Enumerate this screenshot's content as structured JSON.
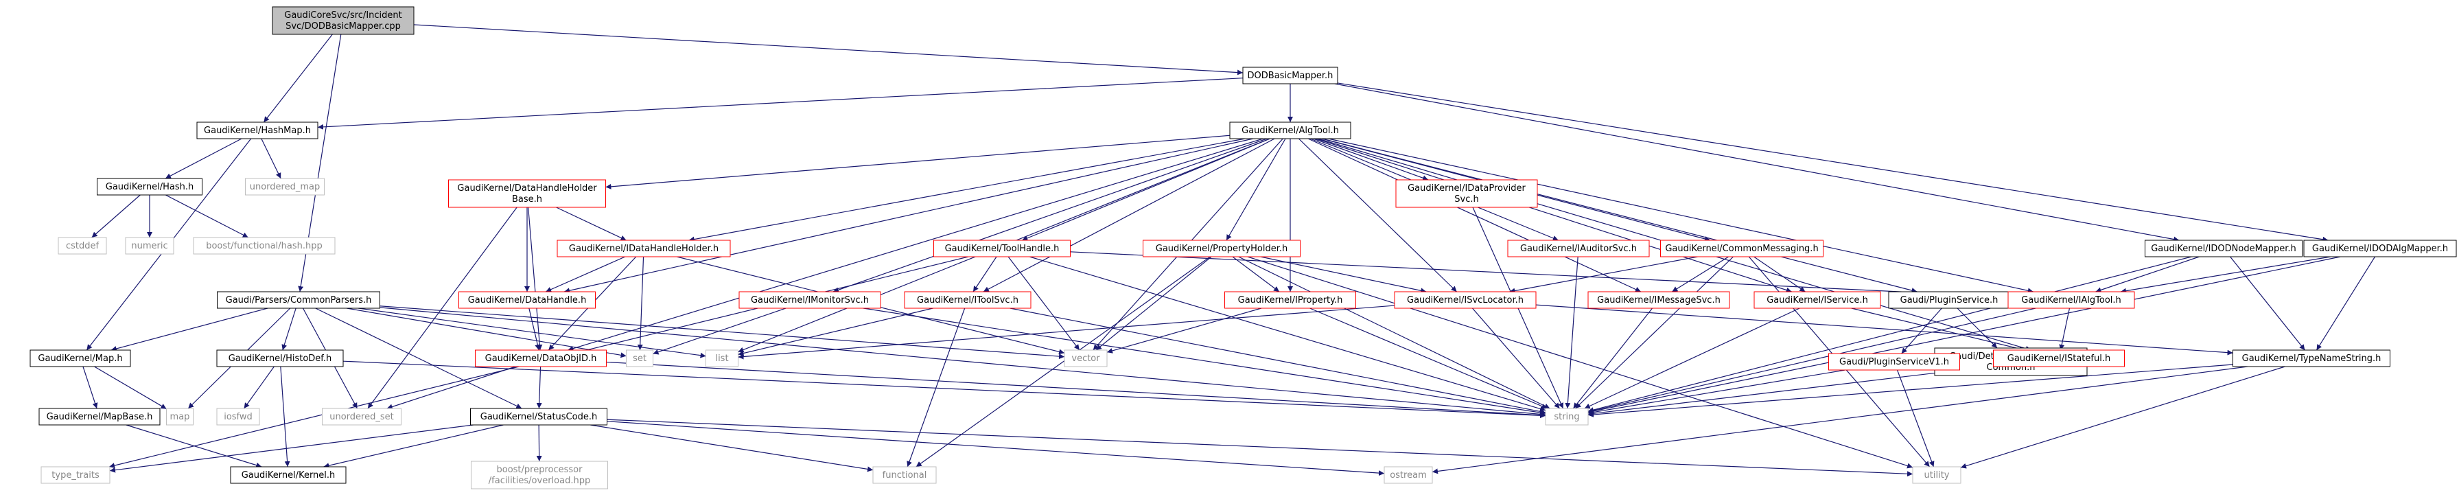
{
  "graph": {
    "nodes": [
      {
        "id": "root",
        "lines": [
          "GaudiCoreSvc/src/Incident",
          "Svc/DODBasicMapper.cpp"
        ],
        "style": "root"
      },
      {
        "id": "dodbm",
        "lines": [
          "DODBasicMapper.h"
        ],
        "style": "normal"
      },
      {
        "id": "hashmap",
        "lines": [
          "GaudiKernel/HashMap.h"
        ],
        "style": "normal"
      },
      {
        "id": "algtool",
        "lines": [
          "GaudiKernel/AlgTool.h"
        ],
        "style": "normal"
      },
      {
        "id": "hash",
        "lines": [
          "GaudiKernel/Hash.h"
        ],
        "style": "normal"
      },
      {
        "id": "unordered_map",
        "lines": [
          "unordered_map"
        ],
        "style": "gray"
      },
      {
        "id": "cstddef",
        "lines": [
          "cstddef"
        ],
        "style": "gray"
      },
      {
        "id": "numeric",
        "lines": [
          "numeric"
        ],
        "style": "gray"
      },
      {
        "id": "bfhash",
        "lines": [
          "boost/functional/hash.hpp"
        ],
        "style": "gray"
      },
      {
        "id": "dhhb",
        "lines": [
          "GaudiKernel/DataHandleHolder",
          "Base.h"
        ],
        "style": "red"
      },
      {
        "id": "idhh",
        "lines": [
          "GaudiKernel/IDataHandleHolder.h"
        ],
        "style": "red"
      },
      {
        "id": "idataprov",
        "lines": [
          "GaudiKernel/IDataProvider",
          "Svc.h"
        ],
        "style": "red"
      },
      {
        "id": "iauditor",
        "lines": [
          "GaudiKernel/IAuditorSvc.h"
        ],
        "style": "red"
      },
      {
        "id": "commonmsg",
        "lines": [
          "GaudiKernel/CommonMessaging.h"
        ],
        "style": "red"
      },
      {
        "id": "tooltandle",
        "lines": [
          "GaudiKernel/ToolHandle.h"
        ],
        "style": "red"
      },
      {
        "id": "propholder",
        "lines": [
          "GaudiKernel/PropertyHolder.h"
        ],
        "style": "red"
      },
      {
        "id": "idodnode",
        "lines": [
          "GaudiKernel/IDODNodeMapper.h"
        ],
        "style": "normal"
      },
      {
        "id": "idodalg",
        "lines": [
          "GaudiKernel/IDODAlgMapper.h"
        ],
        "style": "normal"
      },
      {
        "id": "commonparsers",
        "lines": [
          "Gaudi/Parsers/CommonParsers.h"
        ],
        "style": "normal"
      },
      {
        "id": "datahandle",
        "lines": [
          "GaudiKernel/DataHandle.h"
        ],
        "style": "red"
      },
      {
        "id": "imonitor",
        "lines": [
          "GaudiKernel/IMonitorSvc.h"
        ],
        "style": "red"
      },
      {
        "id": "itoolsvc",
        "lines": [
          "GaudiKernel/IToolSvc.h"
        ],
        "style": "red"
      },
      {
        "id": "iproperty",
        "lines": [
          "GaudiKernel/IProperty.h"
        ],
        "style": "red"
      },
      {
        "id": "isvclocator",
        "lines": [
          "GaudiKernel/ISvcLocator.h"
        ],
        "style": "red"
      },
      {
        "id": "imessagesvc",
        "lines": [
          "GaudiKernel/IMessageSvc.h"
        ],
        "style": "red"
      },
      {
        "id": "iservice",
        "lines": [
          "GaudiKernel/IService.h"
        ],
        "style": "red"
      },
      {
        "id": "pluginservice",
        "lines": [
          "Gaudi/PluginService.h"
        ],
        "style": "normal"
      },
      {
        "id": "ialgtool",
        "lines": [
          "GaudiKernel/IAlgTool.h"
        ],
        "style": "red"
      },
      {
        "id": "map_h",
        "lines": [
          "GaudiKernel/Map.h"
        ],
        "style": "normal"
      },
      {
        "id": "histodef",
        "lines": [
          "GaudiKernel/HistoDef.h"
        ],
        "style": "normal"
      },
      {
        "id": "set",
        "lines": [
          "set"
        ],
        "style": "gray"
      },
      {
        "id": "list",
        "lines": [
          "list"
        ],
        "style": "gray"
      },
      {
        "id": "vector",
        "lines": [
          "vector"
        ],
        "style": "gray"
      },
      {
        "id": "dataobjid",
        "lines": [
          "GaudiKernel/DataObjID.h"
        ],
        "style": "red"
      },
      {
        "id": "pscommon",
        "lines": [
          "Gaudi/Details/PluginService",
          "Common.h"
        ],
        "style": "normal"
      },
      {
        "id": "psv1",
        "lines": [
          "Gaudi/PluginServiceV1.h"
        ],
        "style": "red"
      },
      {
        "id": "istateful",
        "lines": [
          "GaudiKernel/IStateful.h"
        ],
        "style": "red"
      },
      {
        "id": "typename",
        "lines": [
          "GaudiKernel/TypeNameString.h"
        ],
        "style": "normal"
      },
      {
        "id": "mapbase",
        "lines": [
          "GaudiKernel/MapBase.h"
        ],
        "style": "normal"
      },
      {
        "id": "map",
        "lines": [
          "map"
        ],
        "style": "gray"
      },
      {
        "id": "iosfwd",
        "lines": [
          "iosfwd"
        ],
        "style": "gray"
      },
      {
        "id": "unordered_set",
        "lines": [
          "unordered_set"
        ],
        "style": "gray"
      },
      {
        "id": "statuscode",
        "lines": [
          "GaudiKernel/StatusCode.h"
        ],
        "style": "normal"
      },
      {
        "id": "string",
        "lines": [
          "string"
        ],
        "style": "gray"
      },
      {
        "id": "type_traits",
        "lines": [
          "type_traits"
        ],
        "style": "gray"
      },
      {
        "id": "kernel",
        "lines": [
          "GaudiKernel/Kernel.h"
        ],
        "style": "normal"
      },
      {
        "id": "bpp",
        "lines": [
          "boost/preprocessor",
          "/facilities/overload.hpp"
        ],
        "style": "gray"
      },
      {
        "id": "functional",
        "lines": [
          "functional"
        ],
        "style": "gray"
      },
      {
        "id": "ostream",
        "lines": [
          "ostream"
        ],
        "style": "gray"
      },
      {
        "id": "utility",
        "lines": [
          "utility"
        ],
        "style": "gray"
      }
    ],
    "edges": [
      [
        "root",
        "hashmap"
      ],
      [
        "root",
        "dodbm"
      ],
      [
        "root",
        "commonparsers"
      ],
      [
        "dodbm",
        "hashmap"
      ],
      [
        "dodbm",
        "algtool"
      ],
      [
        "dodbm",
        "idodnode"
      ],
      [
        "dodbm",
        "idodalg"
      ],
      [
        "hashmap",
        "hash"
      ],
      [
        "hashmap",
        "unordered_map"
      ],
      [
        "hashmap",
        "map_h"
      ],
      [
        "hash",
        "cstddef"
      ],
      [
        "hash",
        "numeric"
      ],
      [
        "hash",
        "bfhash"
      ],
      [
        "algtool",
        "dhhb"
      ],
      [
        "algtool",
        "idhh"
      ],
      [
        "algtool",
        "datahandle"
      ],
      [
        "algtool",
        "idataprov"
      ],
      [
        "algtool",
        "iauditor"
      ],
      [
        "algtool",
        "commonmsg"
      ],
      [
        "algtool",
        "tooltandle"
      ],
      [
        "algtool",
        "propholder"
      ],
      [
        "algtool",
        "imonitor"
      ],
      [
        "algtool",
        "itoolsvc"
      ],
      [
        "algtool",
        "iproperty"
      ],
      [
        "algtool",
        "isvclocator"
      ],
      [
        "algtool",
        "imessagesvc"
      ],
      [
        "algtool",
        "iservice"
      ],
      [
        "algtool",
        "pluginservice"
      ],
      [
        "algtool",
        "ialgtool"
      ],
      [
        "algtool",
        "list"
      ],
      [
        "algtool",
        "vector"
      ],
      [
        "algtool",
        "dataobjid"
      ],
      [
        "algtool",
        "istateful"
      ],
      [
        "dhhb",
        "idhh"
      ],
      [
        "dhhb",
        "datahandle"
      ],
      [
        "dhhb",
        "dataobjid"
      ],
      [
        "dhhb",
        "unordered_set"
      ],
      [
        "idhh",
        "datahandle"
      ],
      [
        "idhh",
        "dataobjid"
      ],
      [
        "idhh",
        "set"
      ],
      [
        "idhh",
        "vector"
      ],
      [
        "datahandle",
        "dataobjid"
      ],
      [
        "idataprov",
        "string"
      ],
      [
        "iauditor",
        "string"
      ],
      [
        "commonmsg",
        "isvclocator"
      ],
      [
        "commonmsg",
        "imessagesvc"
      ],
      [
        "commonmsg",
        "iservice"
      ],
      [
        "commonmsg",
        "string"
      ],
      [
        "commonmsg",
        "utility"
      ],
      [
        "tooltandle",
        "itoolsvc"
      ],
      [
        "tooltandle",
        "ialgtool"
      ],
      [
        "tooltandle",
        "vector"
      ],
      [
        "tooltandle",
        "string"
      ],
      [
        "tooltandle",
        "type_traits"
      ],
      [
        "propholder",
        "iproperty"
      ],
      [
        "propholder",
        "isvclocator"
      ],
      [
        "propholder",
        "vector"
      ],
      [
        "propholder",
        "string"
      ],
      [
        "propholder",
        "functional"
      ],
      [
        "propholder",
        "utility"
      ],
      [
        "idodnode",
        "ialgtool"
      ],
      [
        "idodnode",
        "typename"
      ],
      [
        "idodnode",
        "string"
      ],
      [
        "idodalg",
        "ialgtool"
      ],
      [
        "idodalg",
        "typename"
      ],
      [
        "idodalg",
        "string"
      ],
      [
        "commonparsers",
        "map_h"
      ],
      [
        "commonparsers",
        "histodef"
      ],
      [
        "commonparsers",
        "statuscode"
      ],
      [
        "commonparsers",
        "set"
      ],
      [
        "commonparsers",
        "list"
      ],
      [
        "commonparsers",
        "vector"
      ],
      [
        "commonparsers",
        "map"
      ],
      [
        "commonparsers",
        "string"
      ],
      [
        "commonparsers",
        "unordered_set"
      ],
      [
        "imonitor",
        "set"
      ],
      [
        "imonitor",
        "string"
      ],
      [
        "itoolsvc",
        "list"
      ],
      [
        "itoolsvc",
        "string"
      ],
      [
        "itoolsvc",
        "functional"
      ],
      [
        "iproperty",
        "vector"
      ],
      [
        "iproperty",
        "string"
      ],
      [
        "isvclocator",
        "list"
      ],
      [
        "isvclocator",
        "string"
      ],
      [
        "isvclocator",
        "typename"
      ],
      [
        "imessagesvc",
        "string"
      ],
      [
        "iservice",
        "istateful"
      ],
      [
        "iservice",
        "string"
      ],
      [
        "pluginservice",
        "pscommon"
      ],
      [
        "pluginservice",
        "psv1"
      ],
      [
        "ialgtool",
        "istateful"
      ],
      [
        "ialgtool",
        "string"
      ],
      [
        "map_h",
        "mapbase"
      ],
      [
        "map_h",
        "map"
      ],
      [
        "histodef",
        "iosfwd"
      ],
      [
        "histodef",
        "kernel"
      ],
      [
        "histodef",
        "string"
      ],
      [
        "dataobjid",
        "statuscode"
      ],
      [
        "dataobjid",
        "string"
      ],
      [
        "dataobjid",
        "unordered_set"
      ],
      [
        "psv1",
        "string"
      ],
      [
        "psv1",
        "utility"
      ],
      [
        "istateful",
        "string"
      ],
      [
        "typename",
        "string"
      ],
      [
        "typename",
        "ostream"
      ],
      [
        "typename",
        "utility"
      ],
      [
        "mapbase",
        "kernel"
      ],
      [
        "statuscode",
        "kernel"
      ],
      [
        "statuscode",
        "bpp"
      ],
      [
        "statuscode",
        "functional"
      ],
      [
        "statuscode",
        "ostream"
      ],
      [
        "statuscode",
        "utility"
      ],
      [
        "statuscode",
        "type_traits"
      ]
    ]
  }
}
